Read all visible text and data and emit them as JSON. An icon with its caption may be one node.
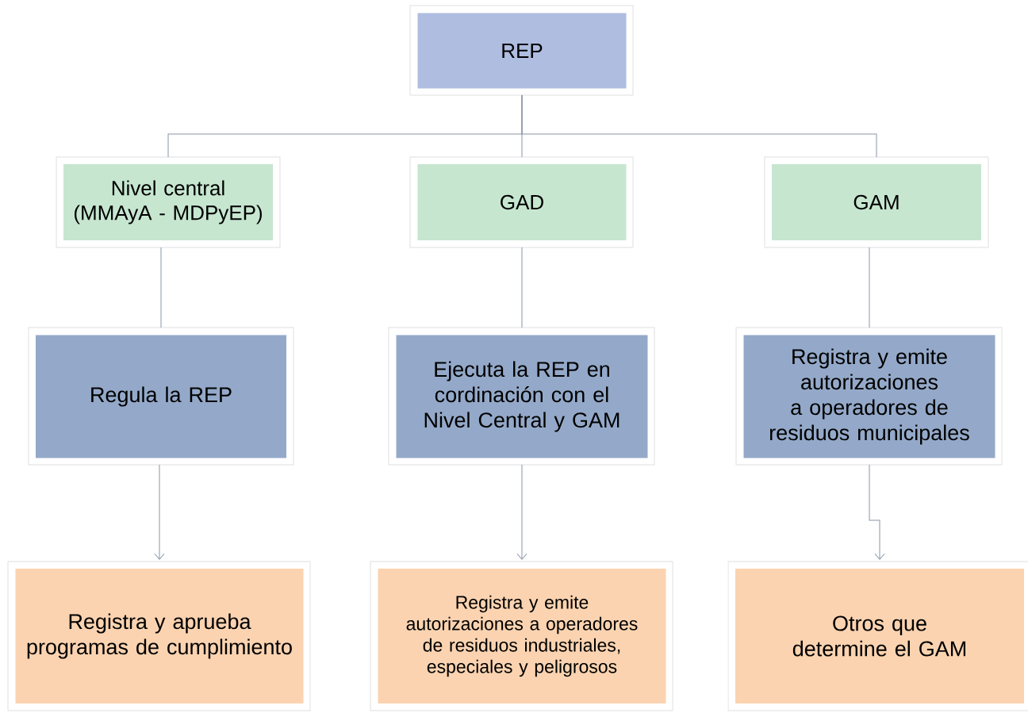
{
  "diagram": {
    "nodes": [
      {
        "text": [
          "REP"
        ]
      },
      {
        "text": [
          "Nivel central (MMAyA - MDPyEP)"
        ]
      },
      {
        "text": [
          "GAD"
        ]
      },
      {
        "text": [
          "GAM"
        ]
      },
      {
        "text": [
          "Regula la REP"
        ]
      },
      {
        "text": [
          "Ejecuta la REP en cordinación con el Nivel Central y GAM"
        ]
      },
      {
        "text": [
          "Registra y emite autorizaciones a operadores de residuos municipales"
        ]
      },
      {
        "text": [
          "Registra y aprueba programas de cumplimiento"
        ]
      },
      {
        "text": [
          "Registra y emite autorizaciones a operadores de residuos industriales, especiales y peligrosos"
        ]
      },
      {
        "text": [
          "Otros que determine el GAM"
        ]
      }
    ],
    "edges": [
      {
        "from": 0,
        "to": 1,
        "arrow": "none"
      },
      {
        "from": 0,
        "to": 2,
        "arrow": "none"
      },
      {
        "from": 0,
        "to": 3,
        "arrow": "none"
      },
      {
        "from": 1,
        "to": 4,
        "arrow": "none"
      },
      {
        "from": 2,
        "to": 5,
        "arrow": "none"
      },
      {
        "from": 3,
        "to": 6,
        "arrow": "none"
      },
      {
        "from": 4,
        "to": 7,
        "arrow": "to"
      },
      {
        "from": 5,
        "to": 8,
        "arrow": "to"
      },
      {
        "from": 6,
        "to": 9,
        "arrow": "to"
      }
    ]
  }
}
